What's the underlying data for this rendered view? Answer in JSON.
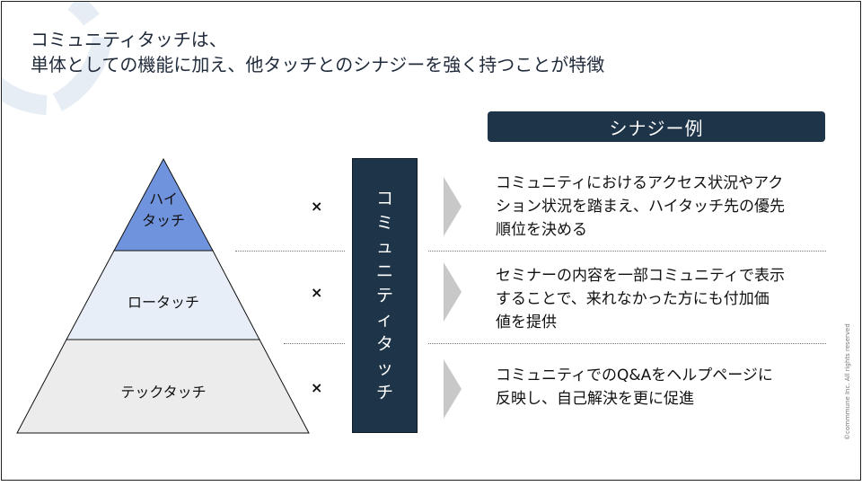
{
  "title": {
    "line1": "コミュニティタッチは、",
    "line2": "単体としての機能に加え、他タッチとのシナジーを強く持つことが特徴"
  },
  "synergy_header": "シナジー例",
  "pyramid": {
    "tiers": [
      {
        "label_line1": "ハイ",
        "label_line2": "タッチ",
        "color": "#6f93dc"
      },
      {
        "label": "ロータッチ",
        "color": "#e8eef8"
      },
      {
        "label": "テックタッチ",
        "color": "#ececec"
      }
    ]
  },
  "times_symbol": "×",
  "community_touch_chars": [
    "コ",
    "ミ",
    "ュ",
    "ニ",
    "テ",
    "ィ",
    "タ",
    "ッ",
    "チ"
  ],
  "examples": [
    {
      "lines": [
        "コミュニティにおけるアクセス状況やアク",
        "ション状況を踏まえ、ハイタッチ先の優先",
        "順位を決める"
      ]
    },
    {
      "lines": [
        "セミナーの内容を一部コミュニティで表示",
        "することで、来れなかった方にも付加価",
        "値を提供"
      ]
    },
    {
      "lines": [
        "コミュニティでのQ&Aをヘルプページに",
        "反映し、自己解決を更に促進"
      ]
    }
  ],
  "copyright": "©commmune Inc. All rights reserved",
  "colors": {
    "navy": "#1e3448",
    "chevron": "#c8c8c8",
    "deco": "#e6edf5"
  }
}
